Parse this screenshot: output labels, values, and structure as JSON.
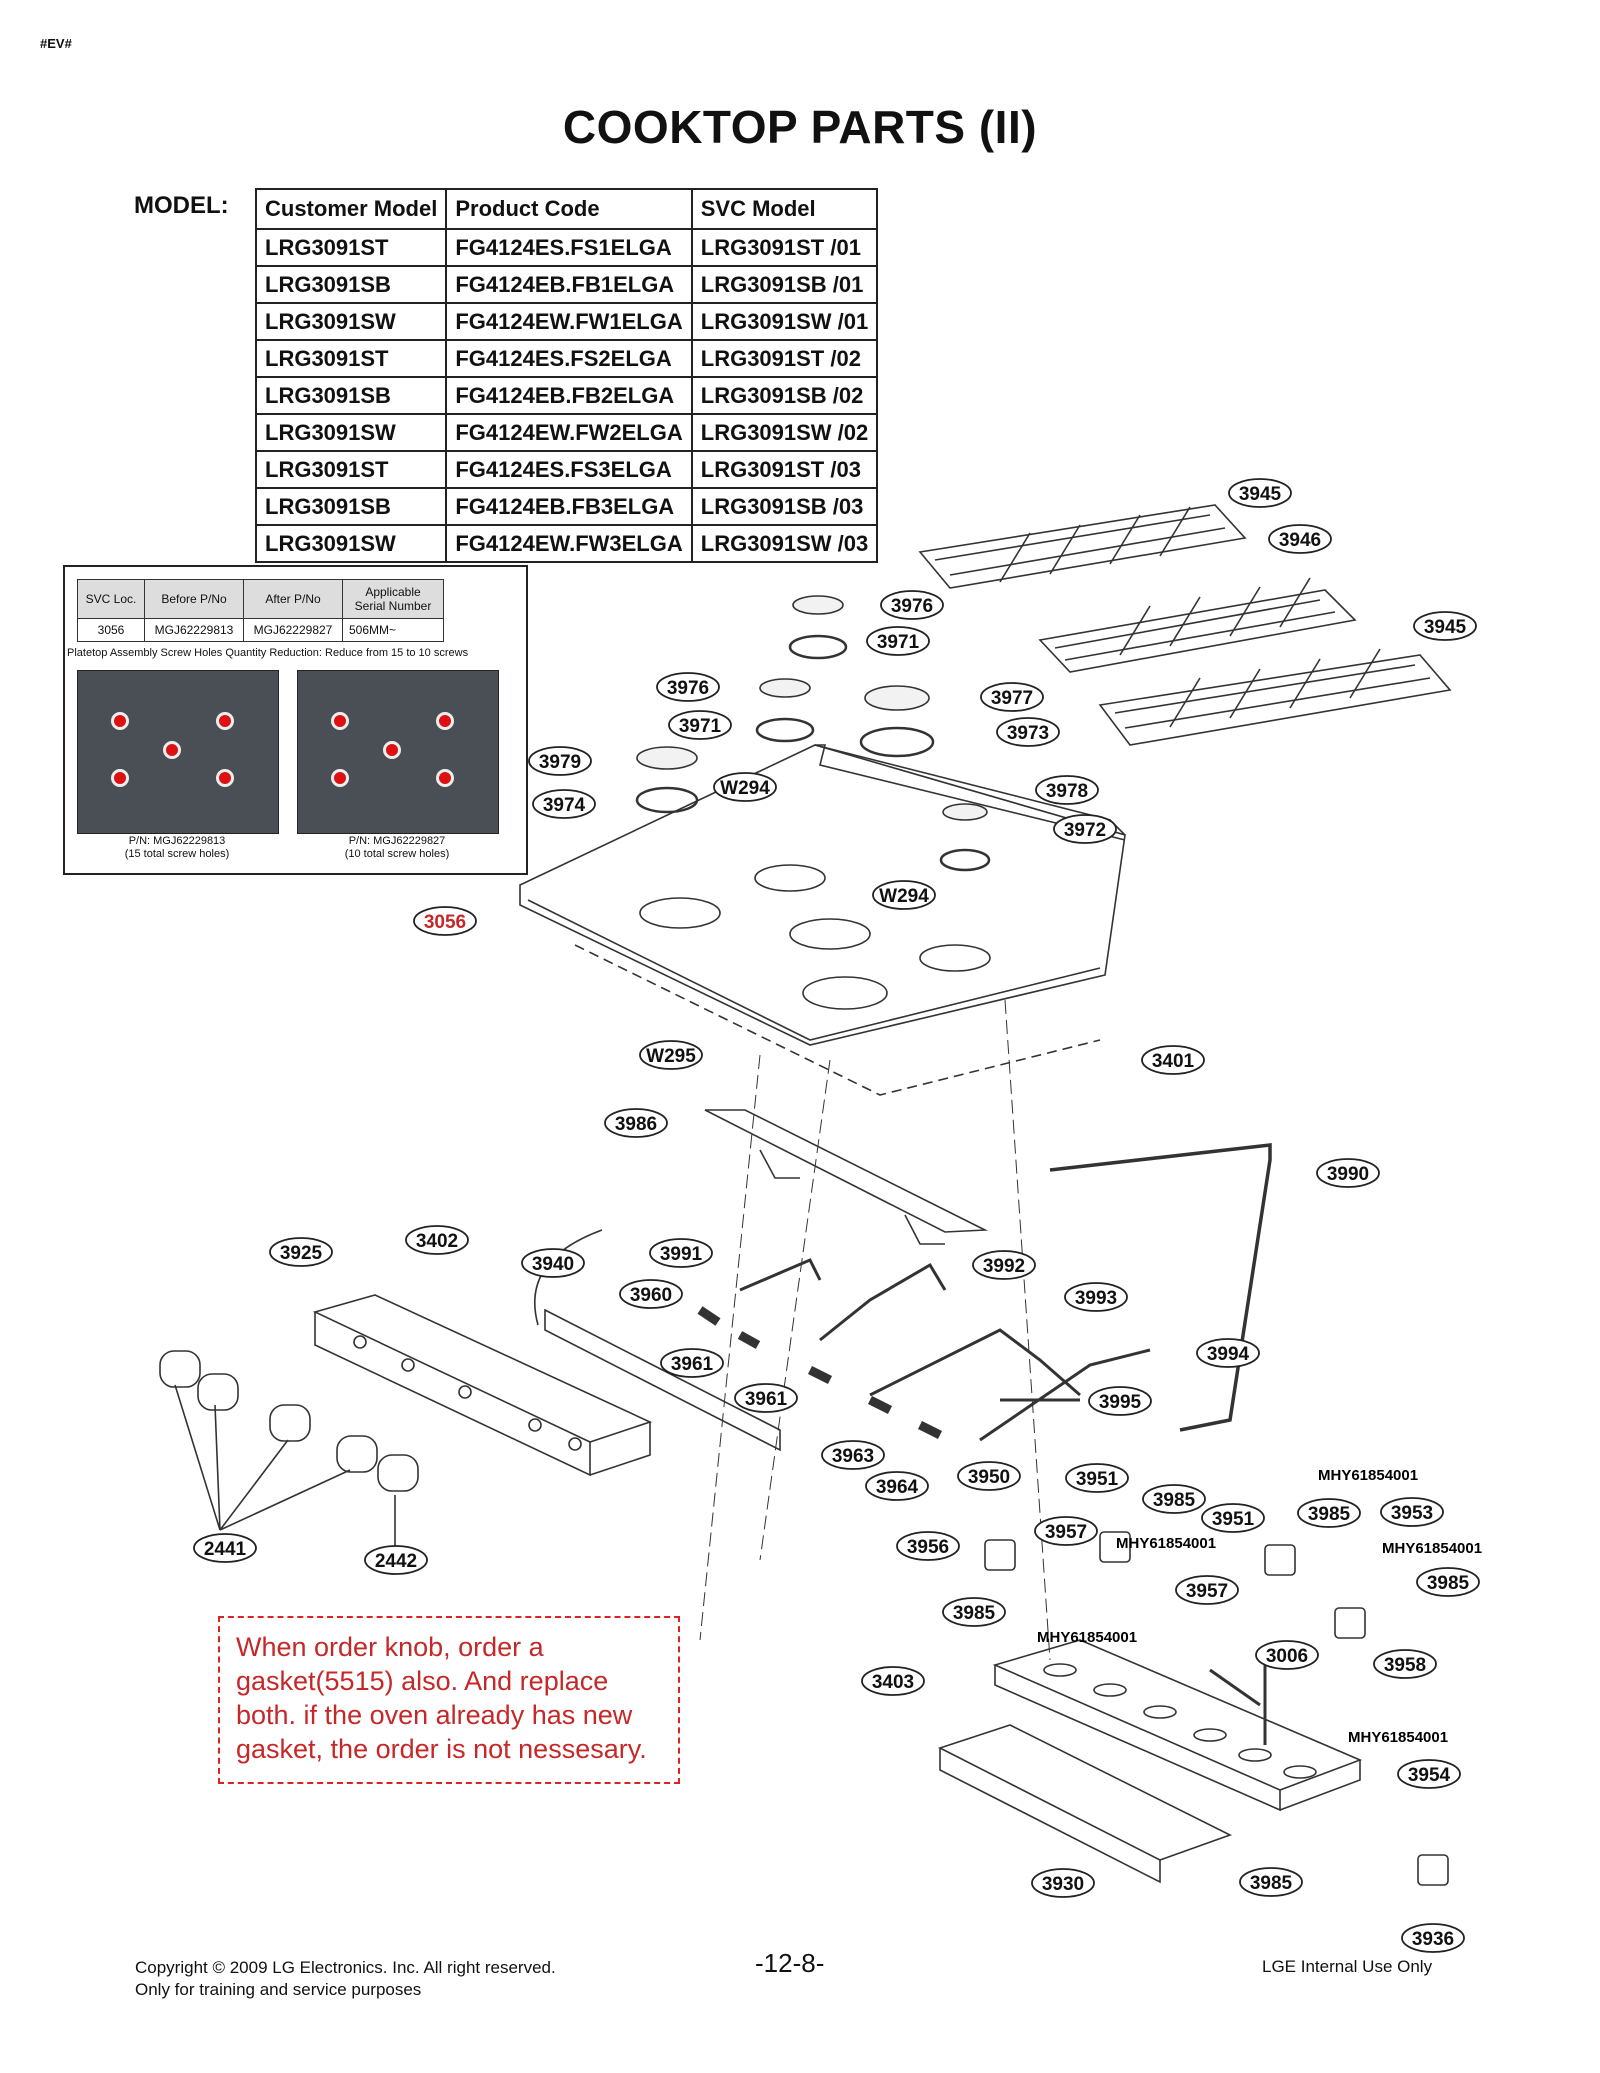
{
  "header": {
    "tag": "#EV#",
    "title": "COOKTOP PARTS (II)"
  },
  "model": {
    "label": "MODEL:",
    "columns": [
      "Customer Model",
      "Product Code",
      "SVC Model"
    ],
    "rows": [
      [
        "LRG3091ST",
        "FG4124ES.FS1ELGA",
        "LRG3091ST /01"
      ],
      [
        "LRG3091SB",
        "FG4124EB.FB1ELGA",
        "LRG3091SB /01"
      ],
      [
        "LRG3091SW",
        "FG4124EW.FW1ELGA",
        "LRG3091SW /01"
      ],
      [
        "LRG3091ST",
        "FG4124ES.FS2ELGA",
        "LRG3091ST /02"
      ],
      [
        "LRG3091SB",
        "FG4124EB.FB2ELGA",
        "LRG3091SB /02"
      ],
      [
        "LRG3091SW",
        "FG4124EW.FW2ELGA",
        "LRG3091SW /02"
      ],
      [
        "LRG3091ST",
        "FG4124ES.FS3ELGA",
        "LRG3091ST /03"
      ],
      [
        "LRG3091SB",
        "FG4124EB.FB3ELGA",
        "LRG3091SB /03"
      ],
      [
        "LRG3091SW",
        "FG4124EW.FW3ELGA",
        "LRG3091SW /03"
      ]
    ]
  },
  "svc_change": {
    "columns": [
      "SVC Loc.",
      "Before P/No",
      "After P/No",
      "Applicable Serial Number"
    ],
    "row": [
      "3056",
      "MGJ62229813",
      "MGJ62229827",
      "506MM~"
    ],
    "note": "Platetop  Assembly Screw Holes Quantity Reduction: Reduce from 15 to 10 screws",
    "before_caption": [
      "P/N: MGJ62229813",
      "(15 total screw holes)"
    ],
    "after_caption": [
      "P/N: MGJ62229827",
      "(10 total screw holes)"
    ]
  },
  "note": {
    "lines": [
      "When order knob, order a",
      "gasket(5515) also. And replace",
      "both.  if the oven already has new",
      "gasket, the order is not nessesary."
    ]
  },
  "callouts": [
    "3945",
    "3946",
    "3945",
    "3976",
    "3971",
    "3976",
    "3977",
    "3971",
    "3973",
    "3979",
    "W294",
    "3974",
    "3978",
    "3972",
    "W294",
    "3056",
    "W295",
    "3401",
    "3986",
    "3990",
    "3925",
    "3402",
    "3940",
    "3991",
    "3992",
    "3960",
    "3993",
    "3994",
    "3961",
    "3961",
    "3995",
    "3963",
    "3964",
    "3950",
    "3951",
    "3985",
    "3951",
    "3985",
    "3953",
    "3956",
    "3957",
    "3957",
    "3985",
    "3985",
    "3958",
    "3006",
    "3403",
    "3954",
    "3930",
    "3985",
    "3936",
    "2441",
    "2442"
  ],
  "part_refs": [
    "MHY61854001",
    "MHY61854001",
    "MHY61854001",
    "MHY61854001",
    "MHY61854001"
  ],
  "highlight_callout": "3056",
  "colors": {
    "accent_red": "#c62828"
  },
  "footer": {
    "copyright": [
      "Copyright © 2009 LG Electronics. Inc. All right reserved.",
      "Only for training and service purposes"
    ],
    "page": "-12-8-",
    "internal": "LGE Internal Use Only"
  }
}
